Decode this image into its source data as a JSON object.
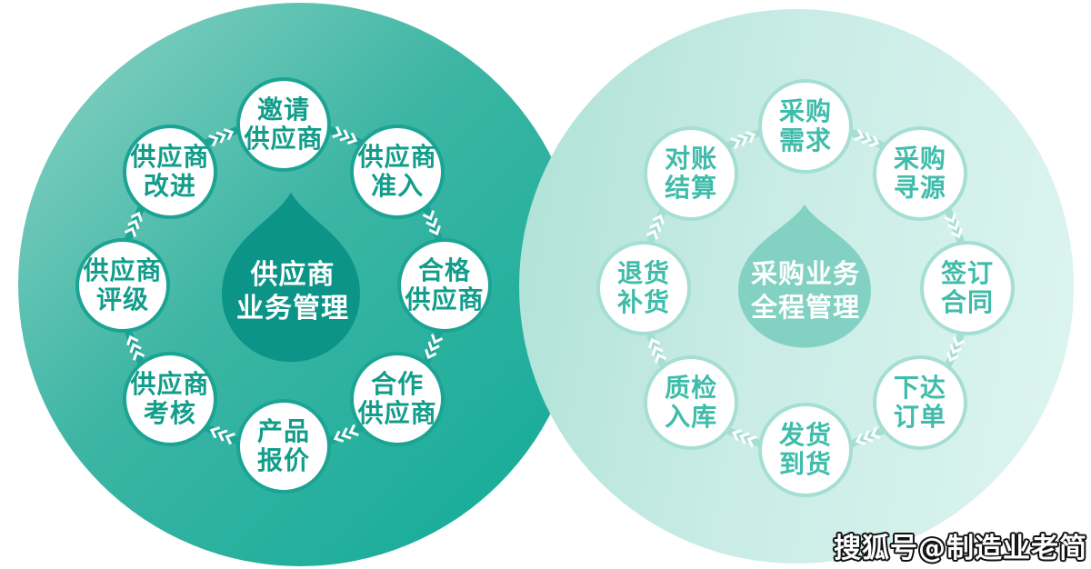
{
  "watermark": {
    "text": "搜狐号@制造业老简"
  },
  "icons": {
    "flow_arrow": "chevron-triple-right-icon",
    "center_shape": "water-drop"
  },
  "left_cycle": {
    "id": "left",
    "title_lines": [
      "供应商",
      "业务管理"
    ],
    "flow": "clockwise",
    "nodes": [
      {
        "lines": [
          "邀请",
          "供应商"
        ]
      },
      {
        "lines": [
          "供应商",
          "准入"
        ]
      },
      {
        "lines": [
          "合格",
          "供应商"
        ]
      },
      {
        "lines": [
          "合作",
          "供应商"
        ]
      },
      {
        "lines": [
          "产品",
          "报价"
        ]
      },
      {
        "lines": [
          "供应商",
          "考核"
        ]
      },
      {
        "lines": [
          "供应商",
          "评级"
        ]
      },
      {
        "lines": [
          "供应商",
          "改进"
        ]
      }
    ],
    "colors": {
      "circle_gradient": [
        "#8fd4c6",
        "#3cb5a4",
        "#0fab97"
      ],
      "drop": "#0b9487",
      "node_border": "#1ba394",
      "node_text": "#129d8b",
      "connector": "#1ba394",
      "chevron": "#ffffff",
      "title_text": "#ffffff"
    }
  },
  "right_cycle": {
    "id": "right",
    "title_lines": [
      "采购业务",
      "全程管理"
    ],
    "flow": "clockwise",
    "nodes": [
      {
        "lines": [
          "采购",
          "需求"
        ]
      },
      {
        "lines": [
          "采购",
          "寻源"
        ]
      },
      {
        "lines": [
          "签订",
          "合同"
        ]
      },
      {
        "lines": [
          "下达",
          "订单"
        ]
      },
      {
        "lines": [
          "发货",
          "到货"
        ]
      },
      {
        "lines": [
          "质检",
          "入库"
        ]
      },
      {
        "lines": [
          "退货",
          "补货"
        ]
      },
      {
        "lines": [
          "对账",
          "结算"
        ]
      }
    ],
    "colors": {
      "circle_gradient": [
        "#aee1d6",
        "#c9ece6",
        "#def5f0"
      ],
      "drop": "#82d1c2",
      "node_border": "#a5ded3",
      "node_text": "#3fbcaa",
      "connector": "#a5ded3",
      "chevron": "#ffffff",
      "title_text": "#ffffff"
    }
  }
}
